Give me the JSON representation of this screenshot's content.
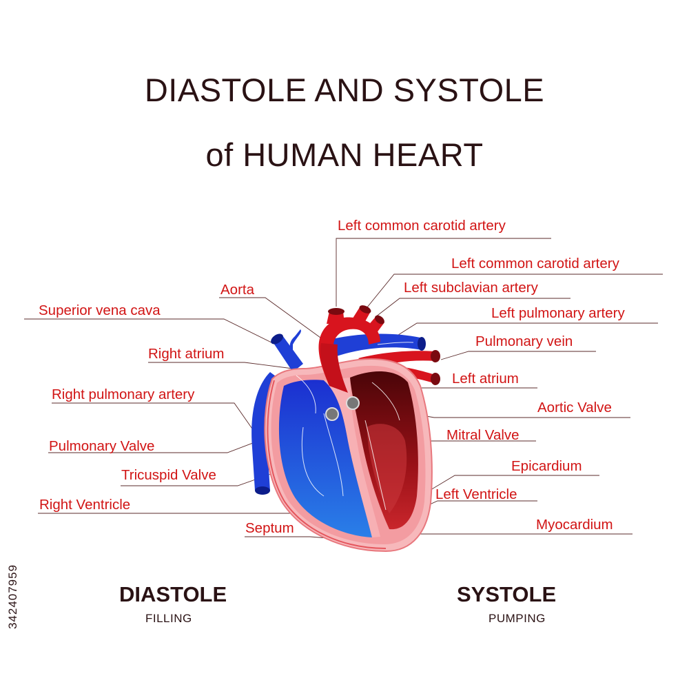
{
  "title": {
    "line1": "DIASTOLE AND SYSTOLE",
    "line2": "of HUMAN HEART"
  },
  "labels": {
    "left_common_carotid_artery_top": "Left common carotid artery",
    "left_common_carotid_artery": "Left common carotid artery",
    "aorta": "Aorta",
    "left_subclavian_artery": "Left subclavian artery",
    "superior_vena_cava": "Superior vena cava",
    "left_pulmonary_artery": "Left pulmonary artery",
    "pulmonary_vein": "Pulmonary vein",
    "right_atrium": "Right atrium",
    "left_atrium": "Left atrium",
    "right_pulmonary_artery": "Right pulmonary artery",
    "aortic_valve": "Aortic Valve",
    "mitral_valve": "Mitral Valve",
    "pulmonary_valve": "Pulmonary Valve",
    "tricuspid_valve": "Tricuspid Valve",
    "epicardium": "Epicardium",
    "left_ventricle": "Left Ventricle",
    "right_ventricle": "Right Ventricle",
    "septum": "Septum",
    "myocardium": "Myocardium"
  },
  "phases": {
    "diastole": {
      "name": "DIASTOLE",
      "sub": "FILLING"
    },
    "systole": {
      "name": "SYSTOLE",
      "sub": "PUMPING"
    }
  },
  "watermark": "342407959",
  "colors": {
    "label": "#d11414",
    "title": "#2a1214",
    "deoxygenated": "#1f3fd6",
    "oxygenated": "#d8141e",
    "wall": "#f4a3a7",
    "leader": "#5a2a2a"
  }
}
